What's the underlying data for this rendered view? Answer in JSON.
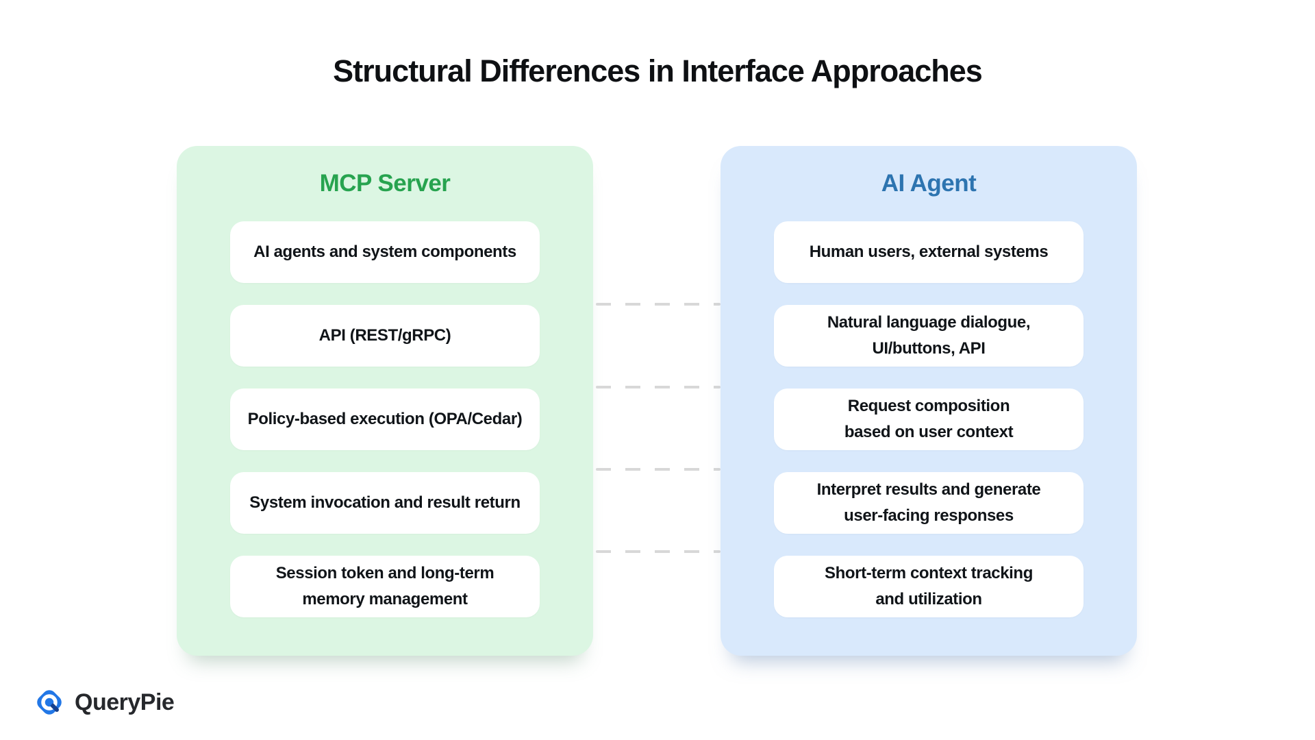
{
  "title": "Structural Differences in Interface Approaches",
  "panels": [
    {
      "id": "mcp-server",
      "label": "MCP Server",
      "accent_color": "#27a34f",
      "background_color": "#dcf6e3",
      "items": [
        "AI agents and system components",
        "API (REST/gRPC)",
        "Policy-based execution (OPA/Cedar)",
        "System invocation and result return",
        "Session token and long-term\nmemory management"
      ]
    },
    {
      "id": "ai-agent",
      "label": "AI Agent",
      "accent_color": "#2d74b0",
      "background_color": "#d9e9fc",
      "items": [
        "Human users, external systems",
        "Natural language dialogue,\nUI/buttons, API",
        "Request composition\nbased on user context",
        "Interpret results and generate\nuser-facing responses",
        "Short-term context tracking\nand utilization"
      ]
    }
  ],
  "connectors": {
    "style": "dashed",
    "color": "#d8d8d8",
    "count": 4
  },
  "footer": {
    "brand": "QueryPie",
    "logo_icon": "querypie-logo-icon",
    "brand_text_color": "#26282c",
    "logo_blue": "#2277e6",
    "logo_navy": "#16418f"
  }
}
